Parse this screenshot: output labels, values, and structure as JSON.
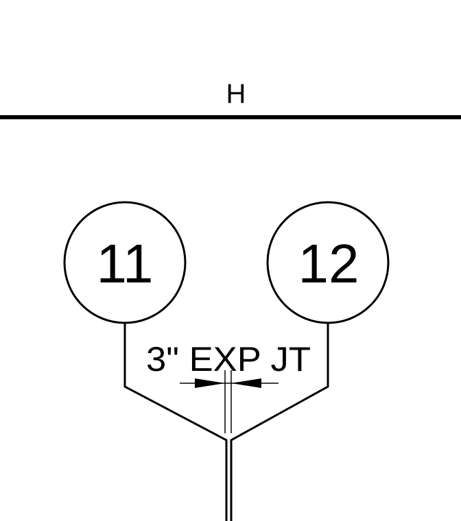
{
  "drawing": {
    "grid_line_label": "H",
    "grid_bubbles": [
      {
        "label": "11"
      },
      {
        "label": "12"
      }
    ],
    "joint_label": "3\" EXP JT"
  }
}
